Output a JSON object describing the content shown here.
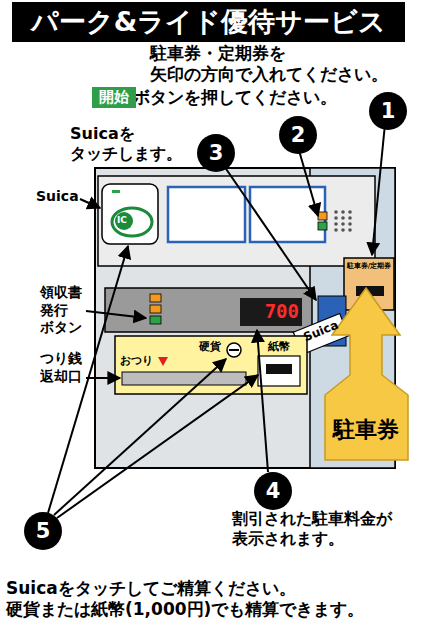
{
  "diagram": {
    "title": "パーク&ライド優待サービス",
    "nodes": [
      {
        "text": [
          "開始"
        ]
      },
      {
        "text": [
          "1"
        ]
      },
      {
        "text": [
          "2"
        ]
      },
      {
        "text": [
          "3"
        ]
      },
      {
        "text": [
          "4"
        ]
      },
      {
        "text": [
          "5"
        ]
      }
    ],
    "labels": [
      "駐車券・定期券を 矢印の方向で入れてください。",
      "ボタンを押してください。",
      "Suicaを タッチします。",
      "Suica",
      "IC",
      "領収書 発行 ボタン",
      "700",
      "硬貨",
      "紙幣",
      "おつり",
      "つり銭 返却口",
      "Suica",
      "駐車券/定期券",
      "駐車券",
      "割引された駐車料金が 表示されます。",
      "Suicaをタッチしてご精算ください。 硬貨または紙幣(1,000円)でも精算できます。"
    ]
  }
}
